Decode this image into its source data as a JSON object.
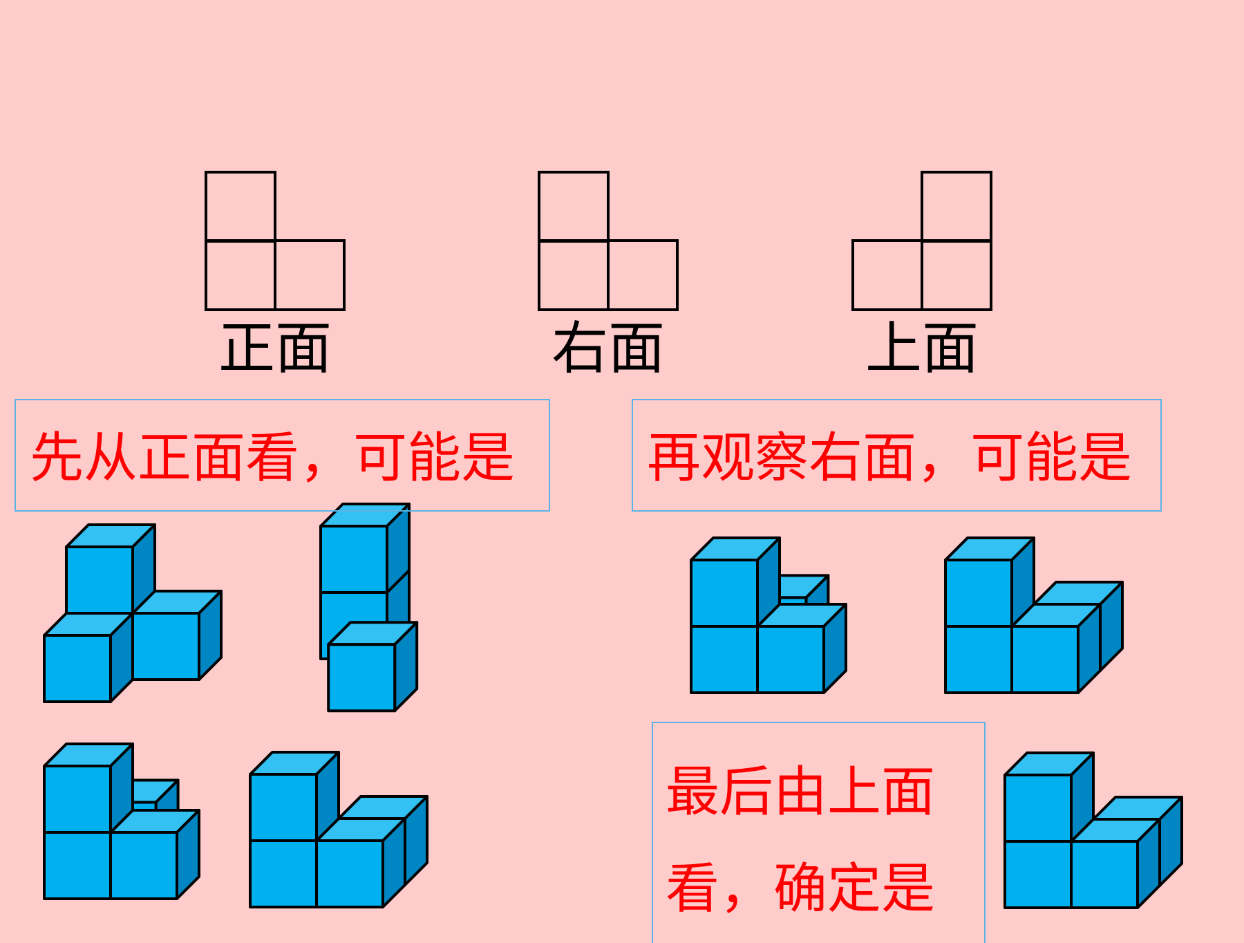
{
  "views": {
    "front_label": "正面",
    "right_label": "右面",
    "top_label": "上面"
  },
  "prompts": {
    "step1": "先从正面看，可能是",
    "step2": "再观察右面，可能是",
    "step3_line1": "最后由上面",
    "step3_line2": "看，确定是"
  },
  "colors": {
    "background": "#ffcccc",
    "cube_front": "#00b0ef",
    "cube_top": "#33c0f2",
    "cube_side": "#0086c2",
    "prompt_text": "#ff0000",
    "prompt_border": "#5ab4e6"
  }
}
